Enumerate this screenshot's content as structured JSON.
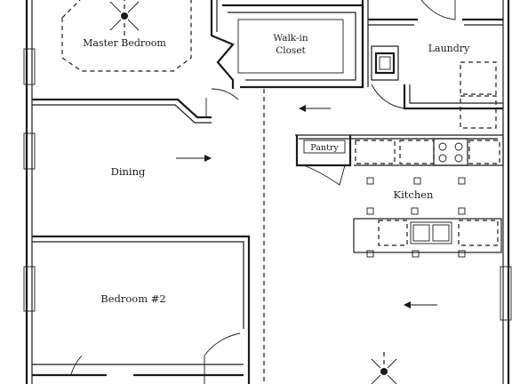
{
  "rooms": {
    "master_bedroom": "Master Bedroom",
    "walk_in_closet_line1": "Walk-in",
    "walk_in_closet_line2": "Closet",
    "laundry": "Laundry",
    "dining": "Dining",
    "pantry": "Pantry",
    "kitchen": "Kitchen",
    "bedroom_2": "Bedroom #2"
  },
  "icons": [
    "ceiling-fan-icon",
    "arrow-right-icon",
    "arrow-left-icon",
    "water-heater-icon",
    "stove-icon",
    "sink-icon",
    "door-swing-icon"
  ],
  "colors": {
    "ink": "#1a1a1a",
    "paper": "#ffffff"
  }
}
